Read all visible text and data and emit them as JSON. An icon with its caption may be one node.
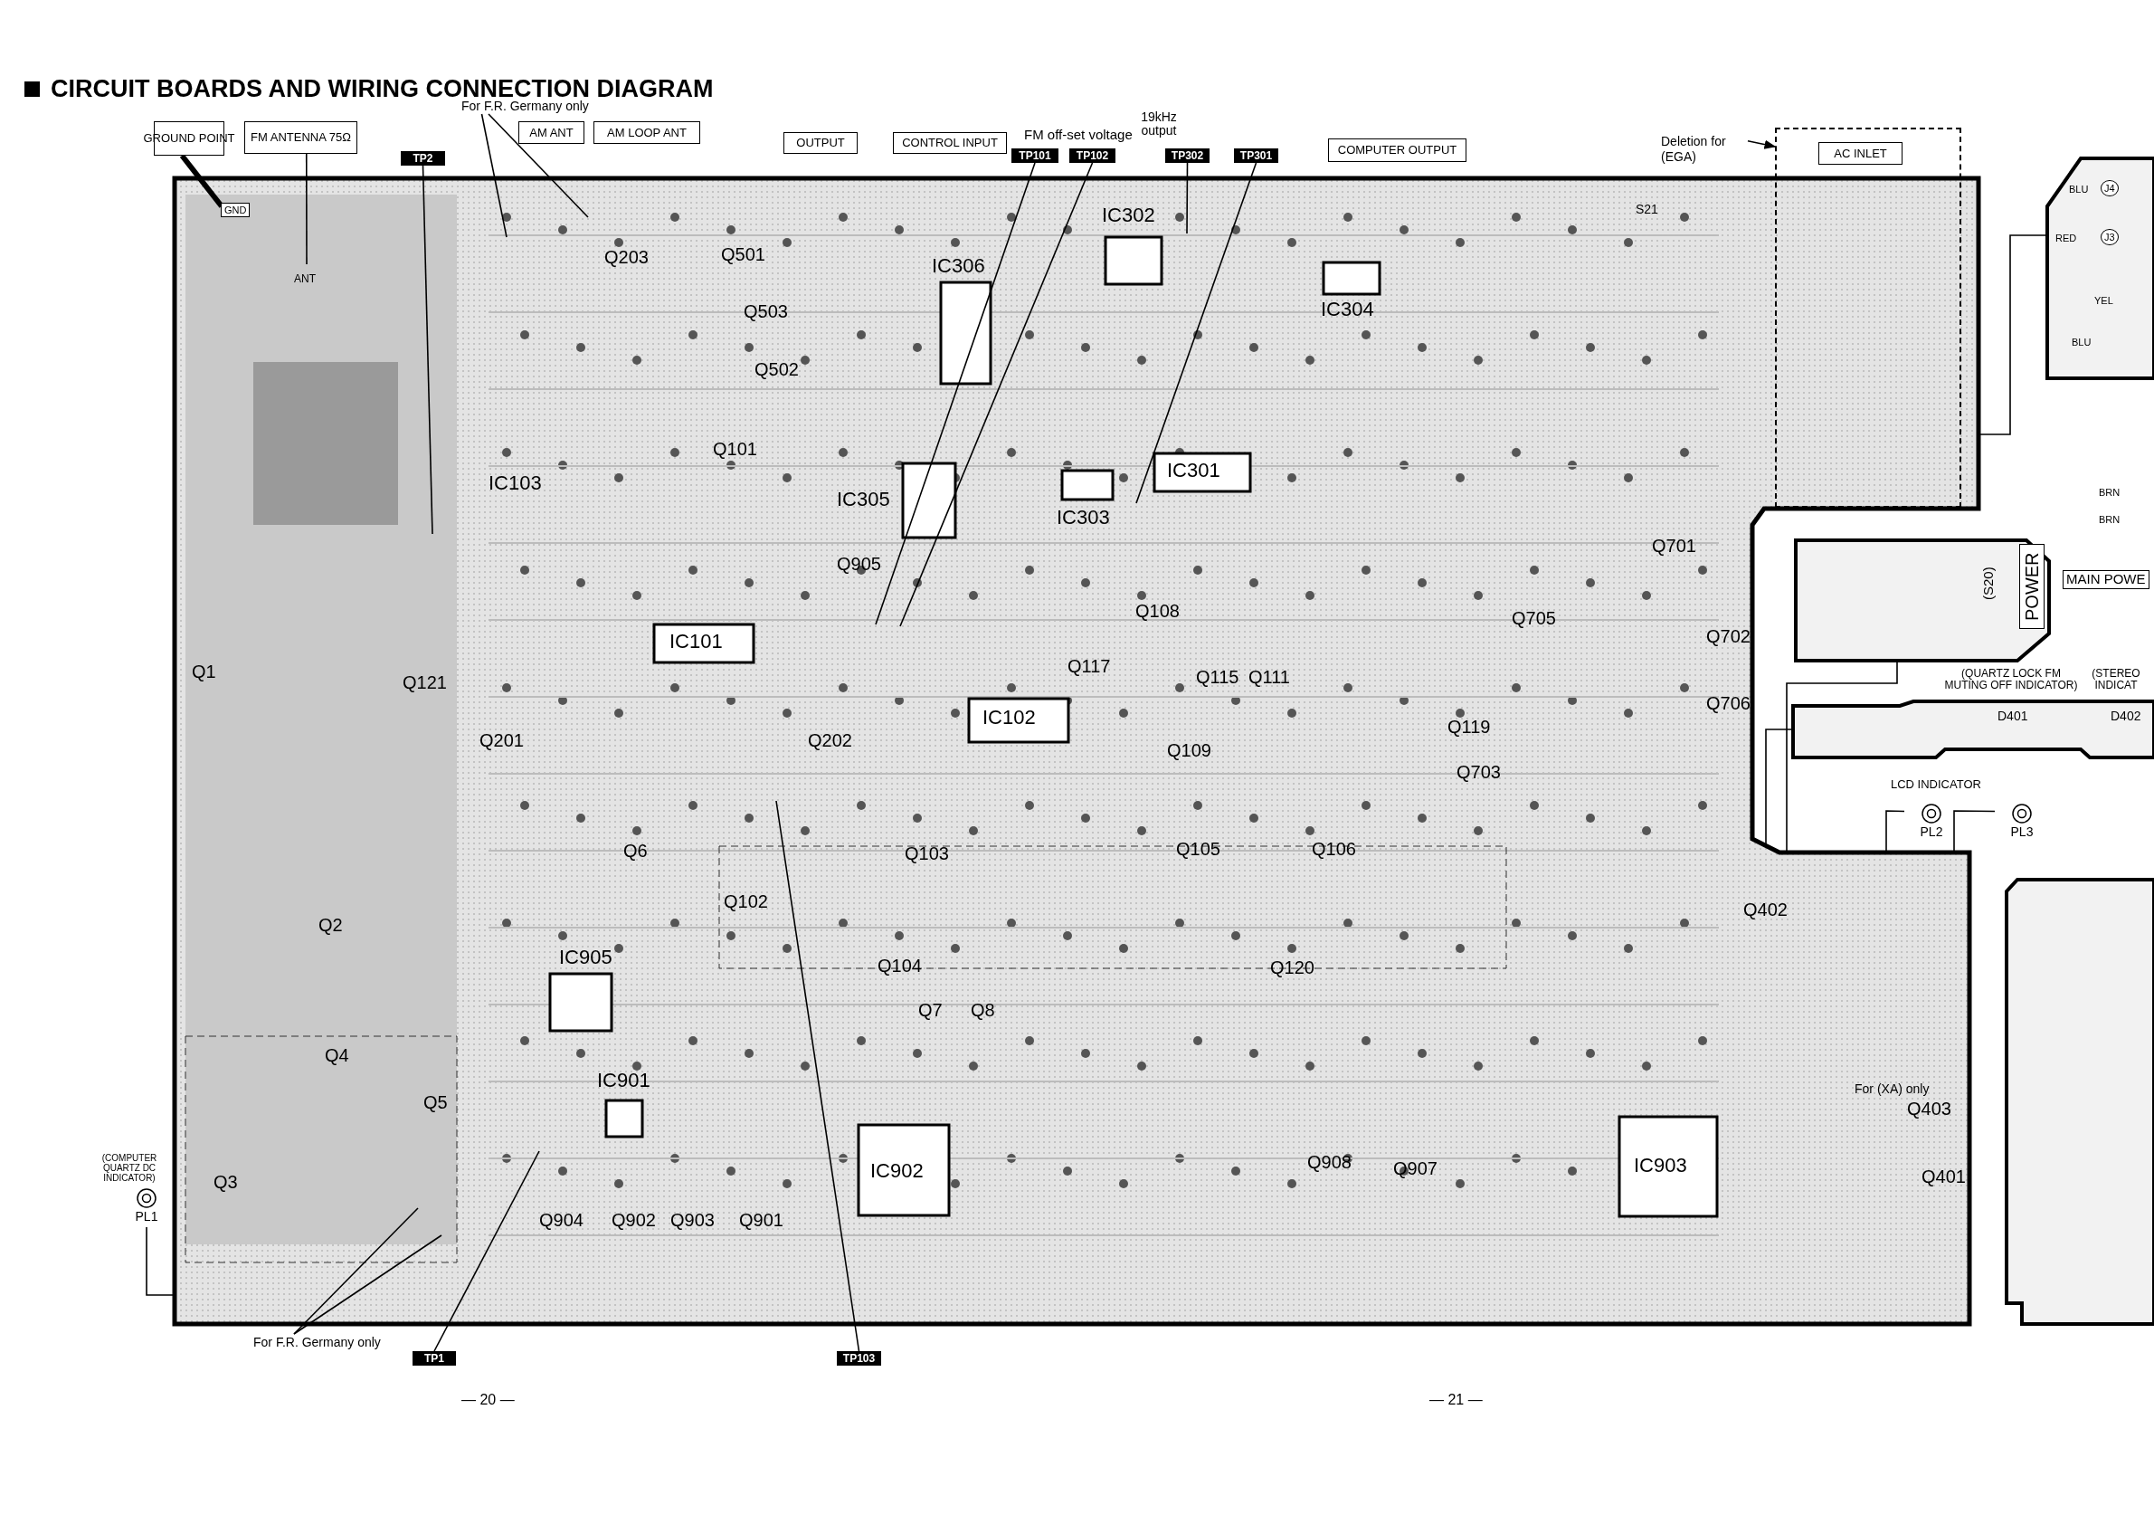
{
  "diagram": {
    "title": "CIRCUIT BOARDS AND WIRING CONNECTION DIAGRAM",
    "nodes": [
      {
        "text": [
          "GROUND POINT"
        ]
      },
      {
        "text": [
          "FM ANTENNA 75Ω"
        ]
      },
      {
        "text": [
          "AM ANT"
        ]
      },
      {
        "text": [
          "AM LOOP ANT"
        ]
      },
      {
        "text": [
          "OUTPUT"
        ]
      },
      {
        "text": [
          "CONTROL INPUT"
        ]
      },
      {
        "text": [
          "COMPUTER OUTPUT"
        ]
      },
      {
        "text": [],
        "shape": "box"
      },
      {
        "text": [
          "AC INLET"
        ],
        "in": 7
      },
      {
        "text": [
          "Deletion for (EGA)"
        ]
      },
      {
        "text": [
          "TP2"
        ]
      },
      {
        "text": [
          "TP101"
        ]
      },
      {
        "text": [
          "TP102"
        ]
      },
      {
        "text": [
          "TP302"
        ]
      },
      {
        "text": [
          "TP301"
        ]
      },
      {
        "text": [
          "TP1"
        ]
      },
      {
        "text": [
          "TP103"
        ]
      },
      {
        "text": [
          "For F.R. Germany only"
        ]
      },
      {
        "text": [
          "For F.R. Germany only"
        ]
      },
      {
        "text": [],
        "shape": "box"
      },
      {
        "text": [],
        "shape": "box"
      },
      {
        "text": [],
        "shape": "box"
      },
      {
        "text": [],
        "shape": "box"
      },
      {
        "text": [],
        "shape": "box"
      },
      {
        "text": [
          "PL1"
        ],
        "beside": [
          "(COMPUTER QUARTZ DC INDICATOR)"
        ]
      },
      {
        "text": [
          "PL2"
        ]
      },
      {
        "text": [
          "PL3"
        ]
      }
    ],
    "edges": [
      {
        "from": 0,
        "to": 19,
        "arrow": "none",
        "style": "thick"
      },
      {
        "from": 1,
        "to": 19,
        "arrow": "none"
      },
      {
        "from": 10,
        "to": 19,
        "arrow": "none"
      },
      {
        "from": 11,
        "to": 19,
        "arrow": "none"
      },
      {
        "from": 12,
        "to": 19,
        "arrow": "none"
      },
      {
        "from": 13,
        "to": 19,
        "arrow": "none"
      },
      {
        "from": 14,
        "to": 19,
        "arrow": "none"
      },
      {
        "from": 15,
        "to": 19,
        "arrow": "none"
      },
      {
        "from": 16,
        "to": 19,
        "arrow": "none"
      },
      {
        "from": 17,
        "to": 19,
        "arrow": "none"
      },
      {
        "from": 17,
        "to": 19,
        "arrow": "none"
      },
      {
        "from": 18,
        "to": 19,
        "arrow": "none"
      },
      {
        "from": 18,
        "to": 19,
        "arrow": "none"
      },
      {
        "from": 9,
        "to": 7,
        "arrow": "to"
      },
      {
        "from": 24,
        "to": 19,
        "arrow": "none"
      },
      {
        "from": 25,
        "to": 19,
        "arrow": "none"
      },
      {
        "from": 26,
        "to": 19,
        "arrow": "none"
      },
      {
        "from": 20,
        "to": 19,
        "arrow": "none"
      },
      {
        "from": 21,
        "to": 19,
        "arrow": "none"
      },
      {
        "from": 22,
        "to": 19,
        "arrow": "none"
      }
    ],
    "labels": [
      "FM off-set voltage",
      "19kHz output",
      "GND",
      "ANT",
      "S21",
      "BLU",
      "J4",
      "RED",
      "J3",
      "YEL",
      "BLU",
      "BRN",
      "BRN",
      "(S20)",
      "POWER",
      "MAIN POWE",
      "(QUARTZ LOCK FM MUTING OFF INDICATOR)",
      "(STEREO INDICAT",
      "D401",
      "D402",
      "LCD INDICATOR",
      "IC306",
      "IC302",
      "IC304",
      "IC305",
      "IC301",
      "IC303",
      "IC101",
      "IC102",
      "IC103",
      "IC905",
      "IC901",
      "IC902",
      "IC903",
      "Q501",
      "Q503",
      "Q502",
      "Q203",
      "Q101",
      "Q905",
      "Q108",
      "Q117",
      "Q115",
      "Q111",
      "Q109",
      "Q119",
      "Q705",
      "Q701",
      "Q702",
      "Q706",
      "Q703",
      "Q121",
      "Q201",
      "Q202",
      "Q1",
      "Q2",
      "Q4",
      "Q5",
      "Q3",
      "Q6",
      "Q102",
      "Q103",
      "Q104",
      "Q105",
      "Q106",
      "Q120",
      "Q7",
      "Q8",
      "Q402",
      "Q403",
      "Q401",
      "Q908",
      "Q907",
      "Q904",
      "Q902",
      "Q903",
      "Q901",
      "For (XA) only",
      "— 20 —",
      "— 21 —"
    ]
  }
}
